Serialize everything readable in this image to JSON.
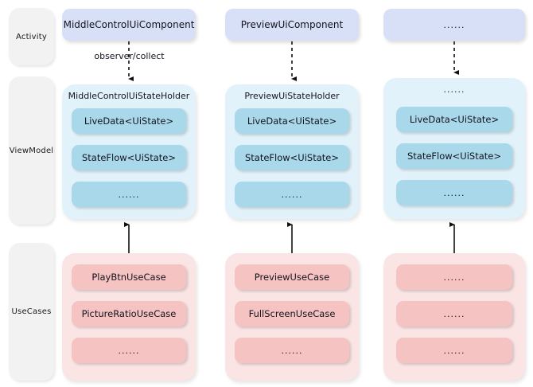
{
  "lanes": [
    {
      "label": "Activity"
    },
    {
      "label": "ViewModel"
    },
    {
      "label": "UseCases"
    }
  ],
  "edge_labels": {
    "observer_collect": "observer/collect"
  },
  "ellipsis": "......",
  "columns": [
    {
      "activity": {
        "label": "MiddleControlUiComponent"
      },
      "viewmodel": {
        "title": "MiddleControlUiStateHolder",
        "items": [
          {
            "label": "LiveData<UiState>"
          },
          {
            "label": "StateFlow<UiState>"
          },
          {
            "label": "......"
          }
        ]
      },
      "usecases": {
        "items": [
          {
            "label": "PlayBtnUseCase"
          },
          {
            "label": "PictureRatioUseCase"
          },
          {
            "label": "......"
          }
        ]
      }
    },
    {
      "activity": {
        "label": "PreviewUiComponent"
      },
      "viewmodel": {
        "title": "PreviewUiStateHolder",
        "items": [
          {
            "label": "LiveData<UiState>"
          },
          {
            "label": "StateFlow<UiState>"
          },
          {
            "label": "......"
          }
        ]
      },
      "usecases": {
        "items": [
          {
            "label": "PreviewUseCase"
          },
          {
            "label": "FullScreenUseCase"
          },
          {
            "label": "......"
          }
        ]
      }
    },
    {
      "activity": {
        "label": "......"
      },
      "viewmodel": {
        "title": "......",
        "items": [
          {
            "label": "LiveData<UiState>"
          },
          {
            "label": "StateFlow<UiState>"
          },
          {
            "label": "......"
          }
        ]
      },
      "usecases": {
        "items": [
          {
            "label": "......"
          },
          {
            "label": "......"
          },
          {
            "label": "......"
          }
        ]
      }
    }
  ],
  "colors": {
    "activity_box": "#d7e0f7",
    "viewmodel_container": "#e2f2fa",
    "viewmodel_item": "#a9d8ea",
    "usecases_container": "#fae4e4",
    "usecases_item": "#f6c3c3",
    "lane_label": "#f2f2f2",
    "arrow": "#111111",
    "background": "#ffffff"
  }
}
